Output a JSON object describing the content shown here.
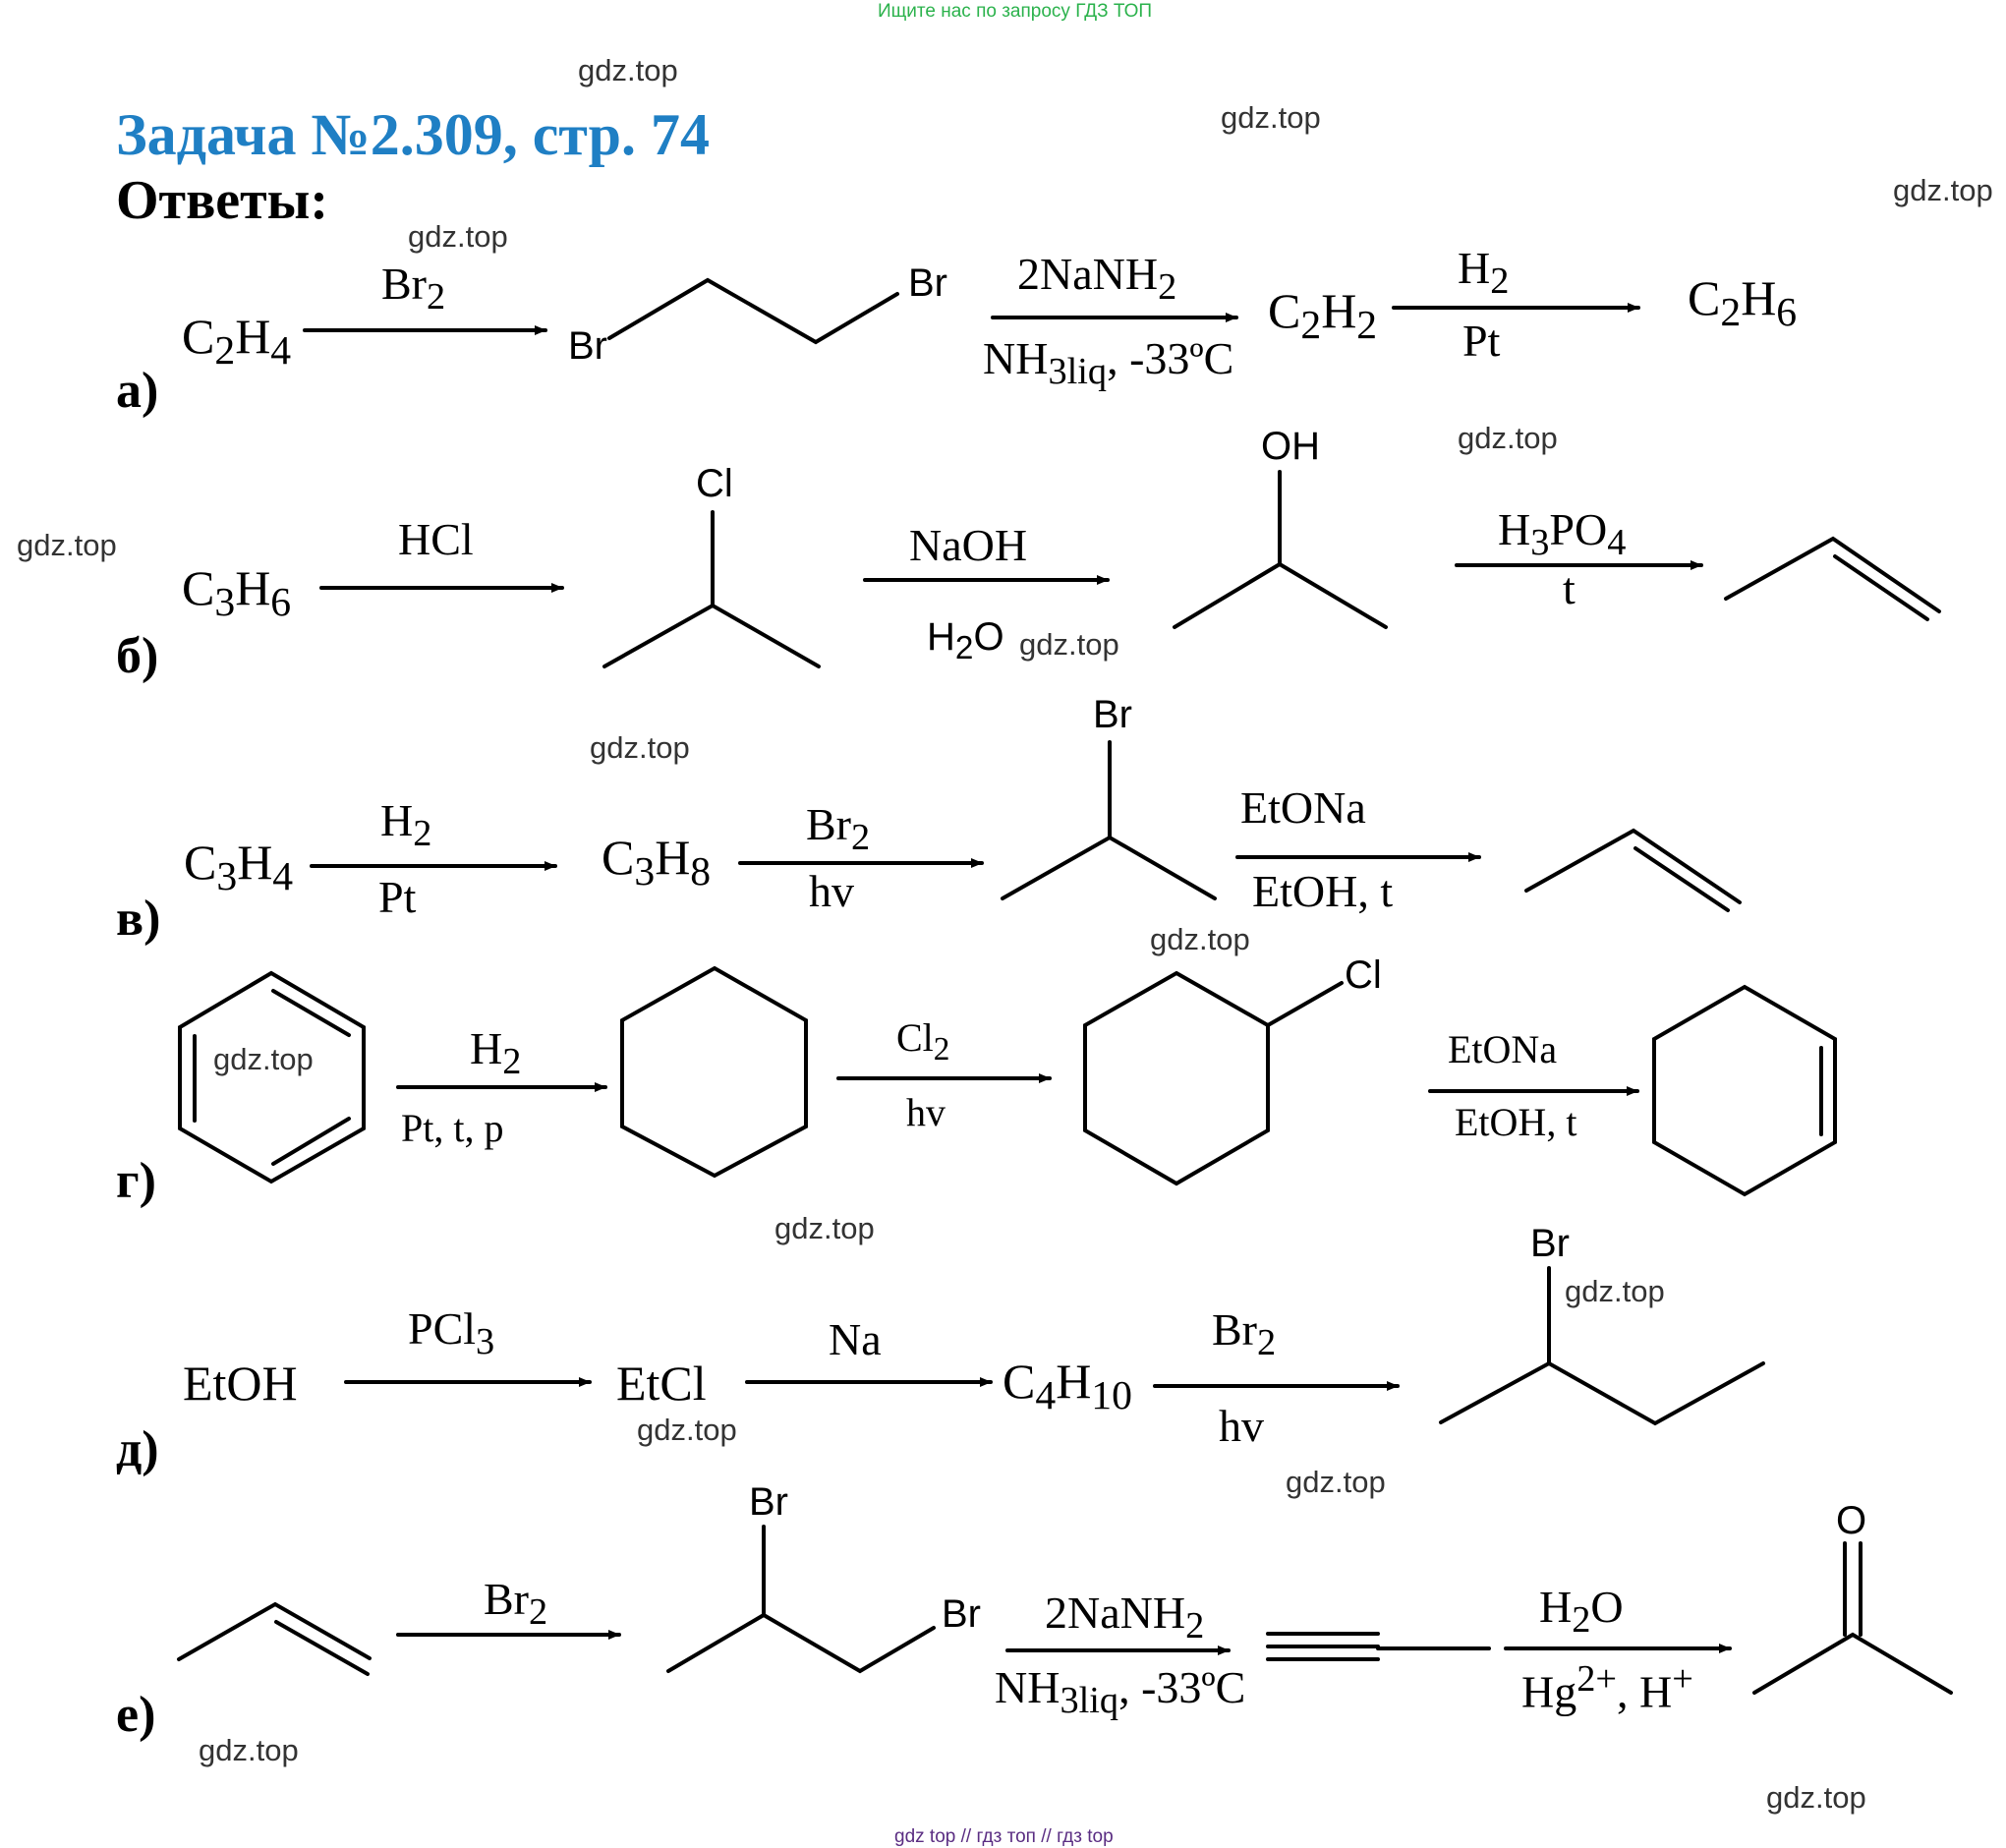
{
  "banner": "Ищите нас по запросу ГДЗ ТОП",
  "header": {
    "title": "Задача №2.309, стр. 74",
    "subtitle": "Ответы:"
  },
  "watermark": "gdz.top",
  "footer": {
    "part1": "gdz top",
    "sep1": "//",
    "part2": "гдз топ",
    "sep2": "//",
    "part3": "гдз top"
  },
  "reactions": {
    "a": {
      "label": "а)",
      "start": {
        "main": "C",
        "s1": "2",
        "m2": "H",
        "s2": "4"
      },
      "step1_top": {
        "main": "Br",
        "sub": "2"
      },
      "atom_br_left": "Br",
      "atom_br_right": "Br",
      "step2_top": {
        "main": "2NaNH",
        "sub": "2"
      },
      "step2_bottom": {
        "main": "NH",
        "sub": "3liq",
        "rest": ", -33ºC"
      },
      "mid": {
        "main": "C",
        "s1": "2",
        "m2": "H",
        "s2": "2"
      },
      "step3_top": {
        "main": "H",
        "sub": "2"
      },
      "step3_bottom": "Pt",
      "end": {
        "main": "C",
        "s1": "2",
        "m2": "H",
        "s2": "6"
      }
    },
    "b": {
      "label": "б)",
      "start": {
        "main": "C",
        "s1": "3",
        "m2": "H",
        "s2": "6"
      },
      "step1_top": "HCl",
      "atom_cl": "Cl",
      "step2_top": "NaOH",
      "step2_bottom": {
        "main": "H",
        "sub": "2",
        "rest": "O"
      },
      "atom_oh": "OH",
      "step3_top": {
        "main": "H",
        "s1": "3",
        "m2": "PO",
        "s2": "4"
      },
      "step3_bottom": "t"
    },
    "v": {
      "label": "в)",
      "start": {
        "main": "C",
        "s1": "3",
        "m2": "H",
        "s2": "4"
      },
      "step1_top": {
        "main": "H",
        "sub": "2"
      },
      "step1_bottom": "Pt",
      "mid": {
        "main": "C",
        "s1": "3",
        "m2": "H",
        "s2": "8"
      },
      "step2_top": {
        "main": "Br",
        "sub": "2"
      },
      "step2_bottom": "hv",
      "atom_br": "Br",
      "step3_top": "EtONa",
      "step3_bottom": "EtOH, t"
    },
    "g": {
      "label": "г)",
      "step1_top": {
        "main": "H",
        "sub": "2"
      },
      "step1_bottom": "Pt, t, p",
      "step2_top": {
        "main": "Cl",
        "sub": "2"
      },
      "step2_bottom": "hv",
      "atom_cl": "Cl",
      "step3_top": "EtONa",
      "step3_bottom": "EtOH, t"
    },
    "d": {
      "label": "д)",
      "start": "EtOH",
      "step1_top": {
        "main": "PCl",
        "sub": "3"
      },
      "mid1": "EtCl",
      "step2_top": "Na",
      "mid2": {
        "main": "C",
        "s1": "4",
        "m2": "H",
        "s2": "10"
      },
      "step3_top": {
        "main": "Br",
        "sub": "2"
      },
      "step3_bottom": "hv",
      "atom_br": "Br"
    },
    "e": {
      "label": "е)",
      "step1_top": {
        "main": "Br",
        "sub": "2"
      },
      "atom_br_top": "Br",
      "atom_br_right": "Br",
      "step2_top": {
        "main": "2NaNH",
        "sub": "2"
      },
      "step2_bottom": {
        "main": "NH",
        "sub": "3liq",
        "rest": ", -33ºC"
      },
      "step3_top": {
        "main": "H",
        "sub": "2",
        "rest": "O"
      },
      "step3_bottom": {
        "main": "Hg",
        "sup1": "2+",
        "mid": ", H",
        "sup2": "+"
      },
      "atom_o": "O"
    }
  }
}
